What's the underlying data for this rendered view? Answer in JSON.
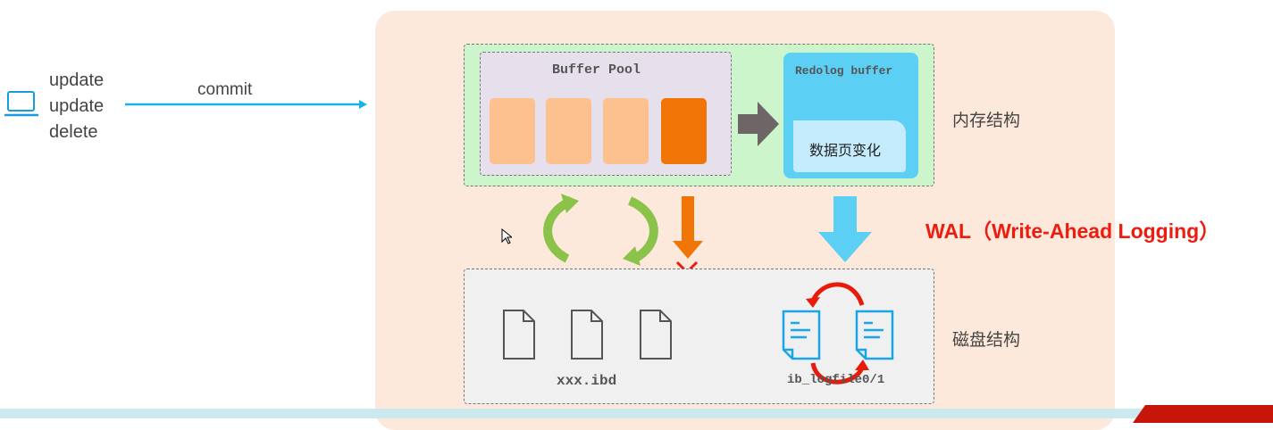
{
  "client": {
    "icon": "laptop-icon",
    "ops": [
      "update",
      "update",
      "delete"
    ],
    "commit_label": "commit"
  },
  "memory": {
    "buffer_pool_title": "Buffer Pool",
    "redolog_title": "Redolog buffer",
    "data_page_change": "数据页变化",
    "section_label": "内存结构"
  },
  "wal_label": "WAL（Write-Ahead Logging）",
  "disk": {
    "ibd_label": "xxx.ibd",
    "logfile_label": "ib_logfile0/1",
    "section_label": "磁盘结构"
  },
  "colors": {
    "wal": "#ee1c0f",
    "page": "#fdc08f",
    "dirty_page": "#f07406",
    "redo": "#5ccff5",
    "recycle": "#8bc34a"
  }
}
